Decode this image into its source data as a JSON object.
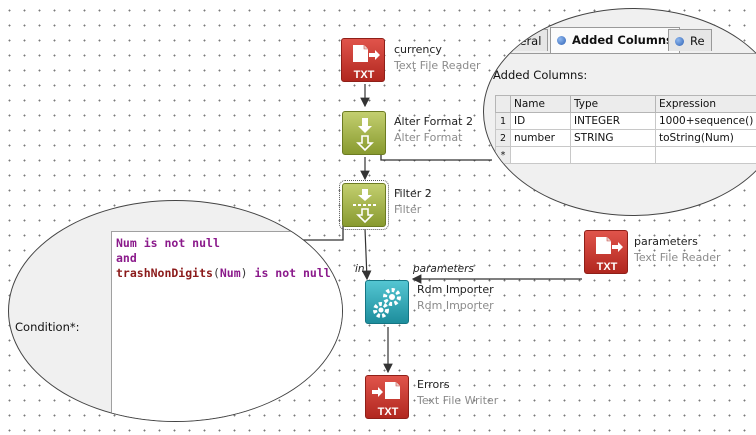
{
  "nodes": {
    "currency": {
      "title": "currency",
      "type": "Text File Reader",
      "icon": "txt-file-reader-icon",
      "badge": "TXT"
    },
    "alter_format": {
      "title": "Alter Format 2",
      "type": "Alter Format",
      "icon": "alter-format-icon"
    },
    "filter": {
      "title": "Filter 2",
      "type": "Filter",
      "icon": "filter-icon"
    },
    "parameters": {
      "title": "parameters",
      "type": "Text File Reader",
      "icon": "txt-file-reader-icon",
      "badge": "TXT"
    },
    "rdm_importer": {
      "title": "Rdm Importer",
      "type": "Rdm Importer",
      "icon": "gears-icon"
    },
    "errors": {
      "title": "Errors",
      "type": "Text File Writer",
      "icon": "txt-file-writer-icon",
      "badge": "TXT"
    }
  },
  "ports": {
    "in": "in",
    "parameters": "parameters"
  },
  "columns_panel": {
    "tabs": [
      "eneral",
      "Added Columns",
      "Re"
    ],
    "active_tab": "Added Columns",
    "heading": "Added Columns:",
    "grid": {
      "headers": [
        "Name",
        "Type",
        "Expression"
      ],
      "rows": [
        {
          "num": "1",
          "name": "ID",
          "type": "INTEGER",
          "expression": "1000+sequence()"
        },
        {
          "num": "2",
          "name": "number",
          "type": "STRING",
          "expression": "toString(Num)"
        }
      ],
      "new_row_marker": "*"
    }
  },
  "condition_panel": {
    "label": "Condition*:",
    "code": {
      "line1": {
        "field": "Num",
        "rest": "is not null"
      },
      "line2": "and",
      "line3": {
        "func": "trashNonDigits",
        "open": "(",
        "arg": "Num",
        "close": ")",
        "rest": "is not null"
      }
    }
  },
  "colors": {
    "txt_icon": "#c4362d",
    "format_icon": "#a4b24a",
    "rdm_icon": "#2aa8b6",
    "keyword": "#8b1a8b",
    "function": "#8b1a1a"
  }
}
